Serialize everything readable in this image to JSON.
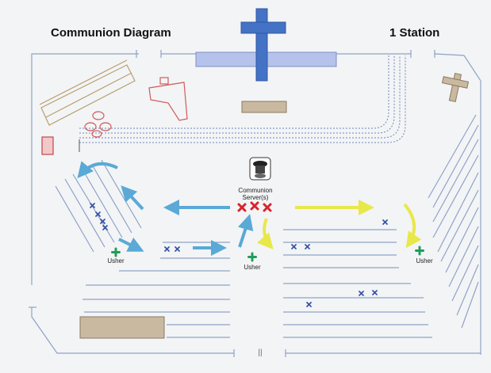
{
  "header": {
    "title": "Communion Diagram",
    "station_count": "1 Station"
  },
  "labels": {
    "communion_server_line1": "Communion",
    "communion_server_line2": "Server(s)",
    "usher_left": "Usher",
    "usher_center": "Usher",
    "usher_right": "Usher",
    "aisle_mark": "||"
  },
  "colors": {
    "cross": "#4472c4",
    "altar_rail": "#b4c2ec",
    "altar_table": "#c9b9a0",
    "flow_arrow": "#5aa9d6",
    "return_arrow": "#e8e84a",
    "server_mark": "#d9242c",
    "usher_mark": "#1f9e5a",
    "congregant_mark": "#3a56a8",
    "pew_line": "#8da3c7",
    "organ_outline": "#b8a070",
    "font_stand": "#d05a5a"
  }
}
